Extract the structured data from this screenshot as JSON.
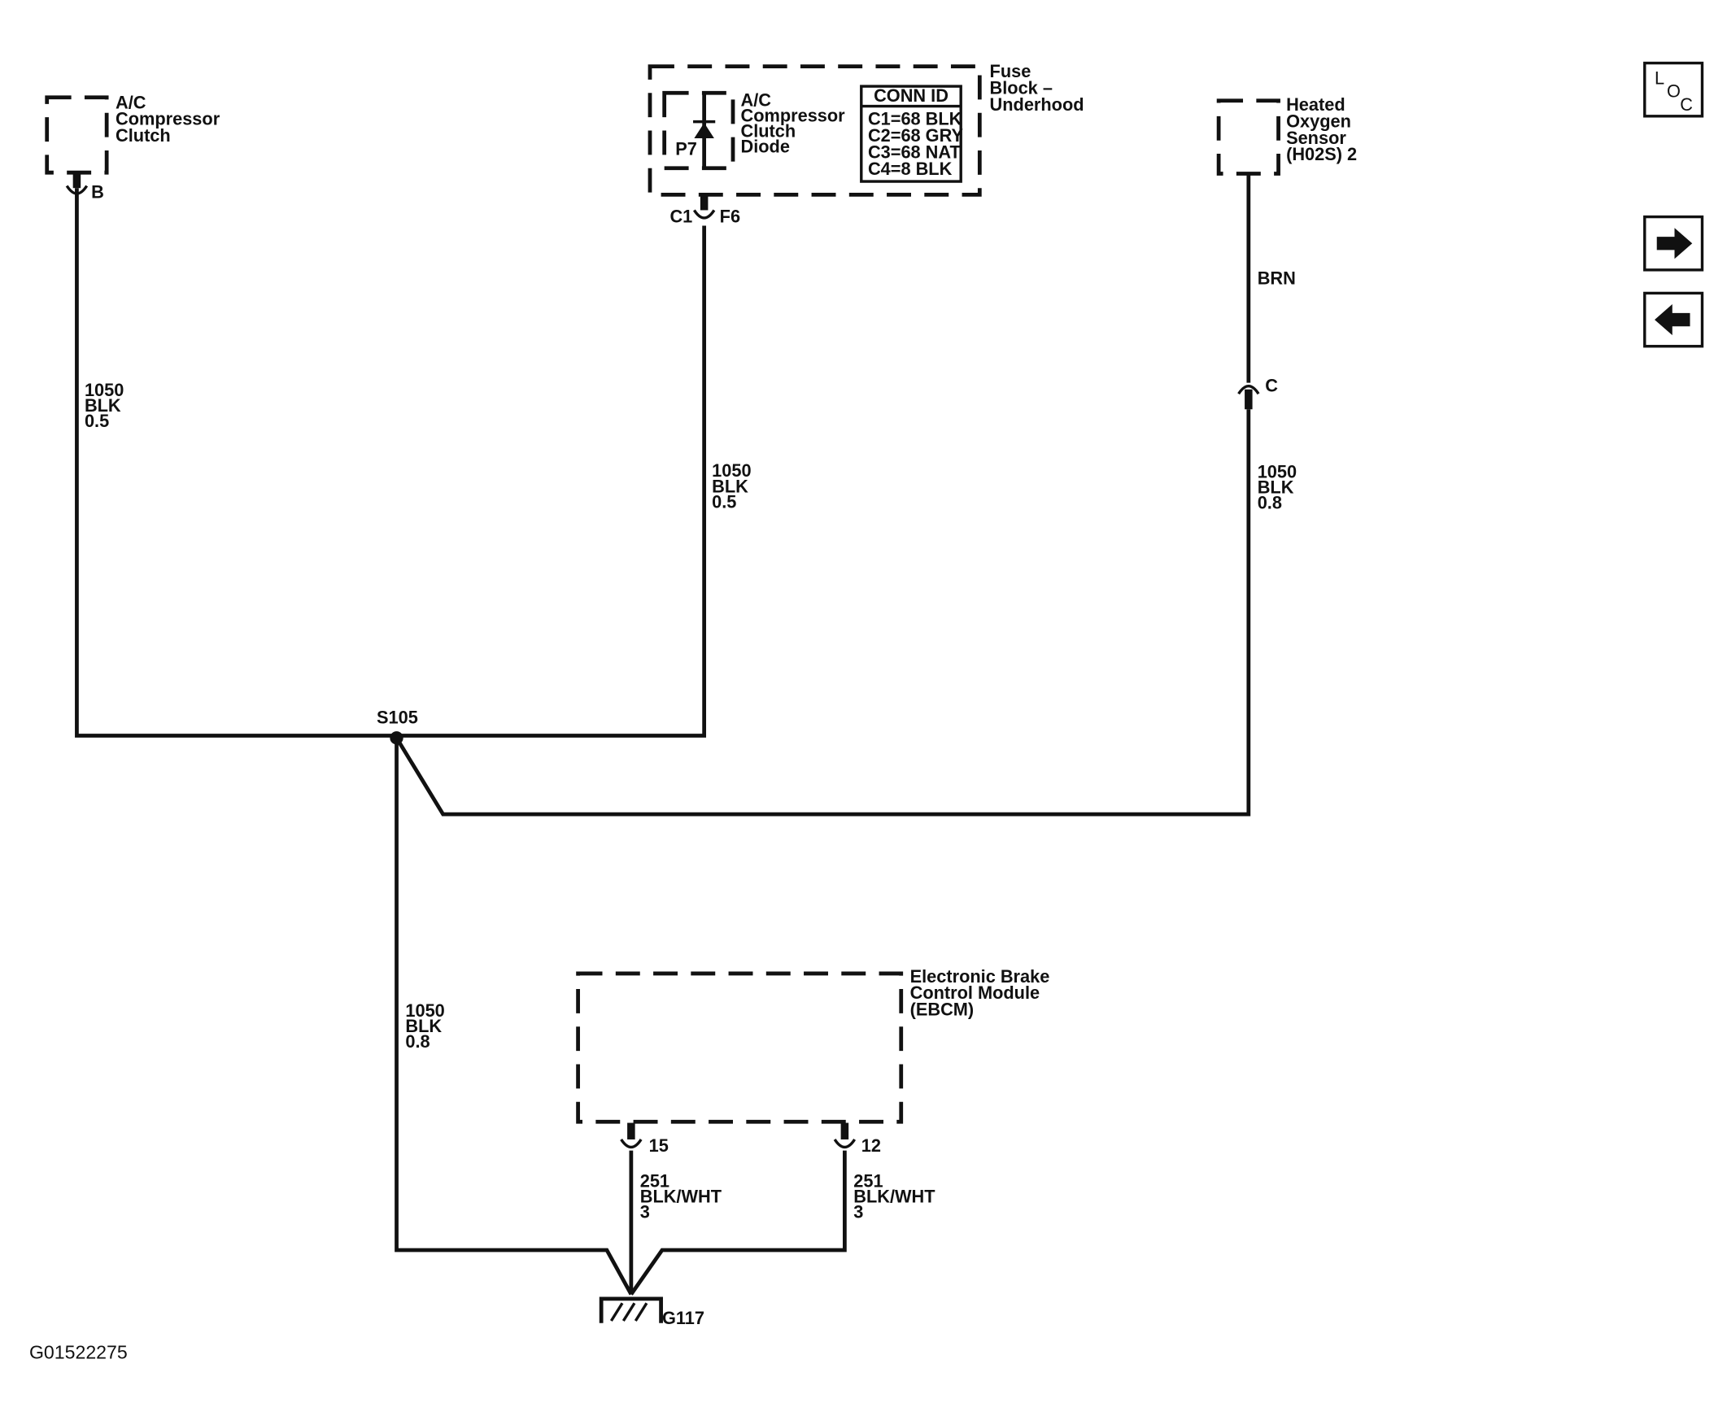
{
  "components": {
    "ac_clutch": {
      "lines": [
        "A/C",
        "Compressor",
        "Clutch"
      ],
      "pin": "B"
    },
    "diode": {
      "lines": [
        "A/C",
        "Compressor",
        "Clutch",
        "Diode"
      ],
      "ref": "P7",
      "pin_left": "C1",
      "pin_right": "F6"
    },
    "fuse_block": {
      "lines": [
        "Fuse",
        "Block –",
        "Underhood"
      ]
    },
    "conn_id": {
      "header": "CONN ID",
      "rows": [
        "C1=68 BLK",
        "C2=68 GRY",
        "C3=68 NAT",
        "C4=8 BLK"
      ]
    },
    "oxygen_sensor": {
      "lines": [
        "Heated",
        "Oxygen",
        "Sensor",
        "(H02S) 2"
      ],
      "wire_color": "BRN",
      "connector": "C"
    },
    "ebcm": {
      "lines": [
        "Electronic Brake",
        "Control Module",
        "(EBCM)"
      ],
      "pin_a": "15",
      "pin_b": "12"
    },
    "splice": {
      "label": "S105"
    },
    "ground": {
      "label": "G117"
    }
  },
  "wires": {
    "left": [
      "1050",
      "BLK",
      "0.5"
    ],
    "middle": [
      "1050",
      "BLK",
      "0.5"
    ],
    "right": [
      "1050",
      "BLK",
      "0.8"
    ],
    "lower": [
      "1050",
      "BLK",
      "0.8"
    ],
    "ebcm_a": [
      "251",
      "BLK/WHT",
      "3"
    ],
    "ebcm_b": [
      "251",
      "BLK/WHT",
      "3"
    ]
  },
  "nav": {
    "loc": {
      "l": "L",
      "o": "O",
      "c": "C"
    },
    "next_icon": "arrow-right-icon",
    "prev_icon": "arrow-left-icon"
  },
  "figure_id": "G01522275"
}
